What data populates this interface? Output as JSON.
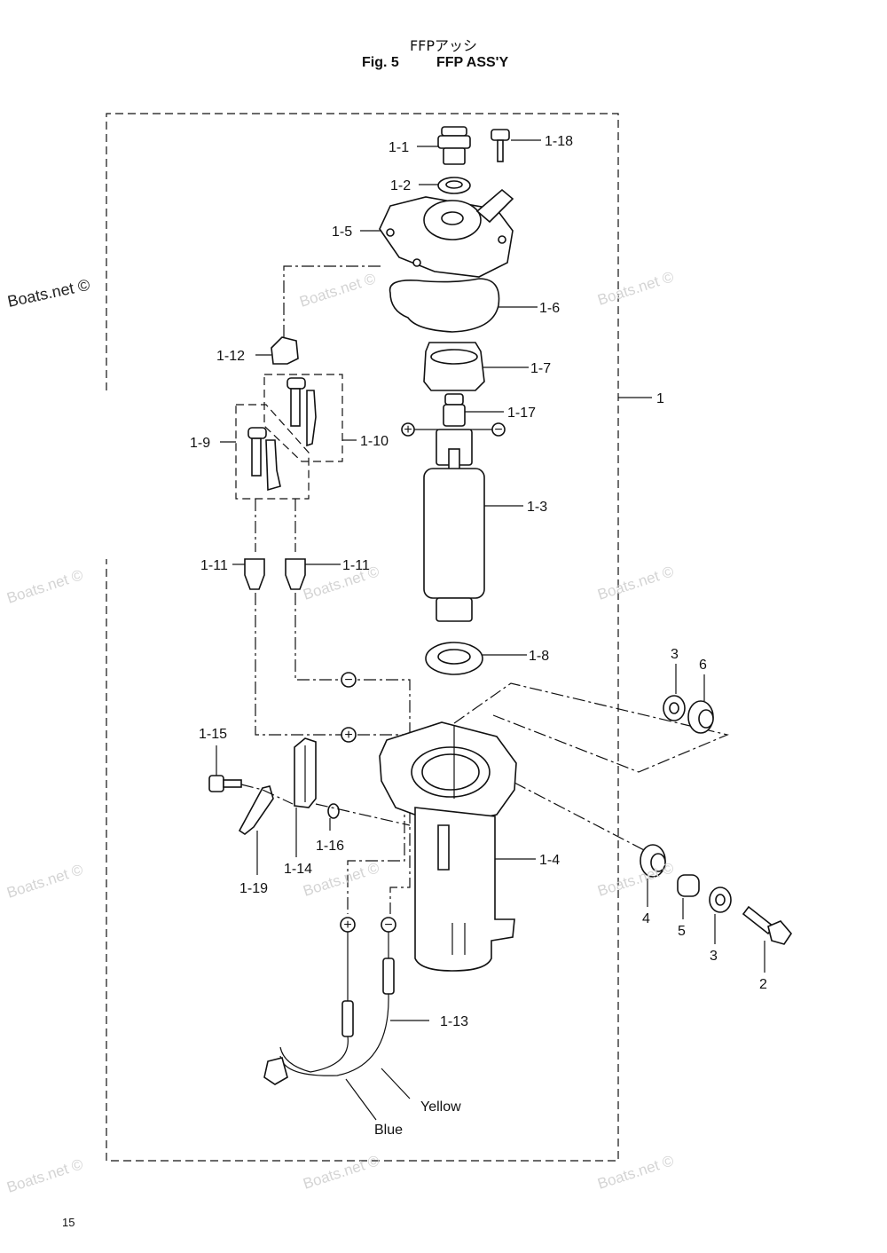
{
  "header": {
    "title_jp": "FFPアッシ",
    "fig_label": "Fig. 5",
    "title_en": "FFP ASS'Y"
  },
  "page_number": "15",
  "watermarks": {
    "dark": "Boats.net ©",
    "faint": "Boats.net ©"
  },
  "part_labels": {
    "p1_1": "1-1",
    "p1_18": "1-18",
    "p1_2": "1-2",
    "p1_5": "1-5",
    "p1_6": "1-6",
    "p1_12": "1-12",
    "p1_7": "1-7",
    "p1": "1",
    "p1_17": "1-17",
    "p1_9": "1-9",
    "p1_10": "1-10",
    "p1_3": "1-3",
    "p1_11a": "1-11",
    "p1_11b": "1-11",
    "p1_8": "1-8",
    "p3a": "3",
    "p6": "6",
    "p1_15": "1-15",
    "p1_16": "1-16",
    "p1_14": "1-14",
    "p1_19": "1-19",
    "p1_4": "1-4",
    "p4": "4",
    "p5": "5",
    "p3b": "3",
    "p2": "2",
    "p1_13": "1-13",
    "yellow": "Yellow",
    "blue": "Blue"
  },
  "polarity": {
    "plus": "+",
    "minus": "−"
  }
}
